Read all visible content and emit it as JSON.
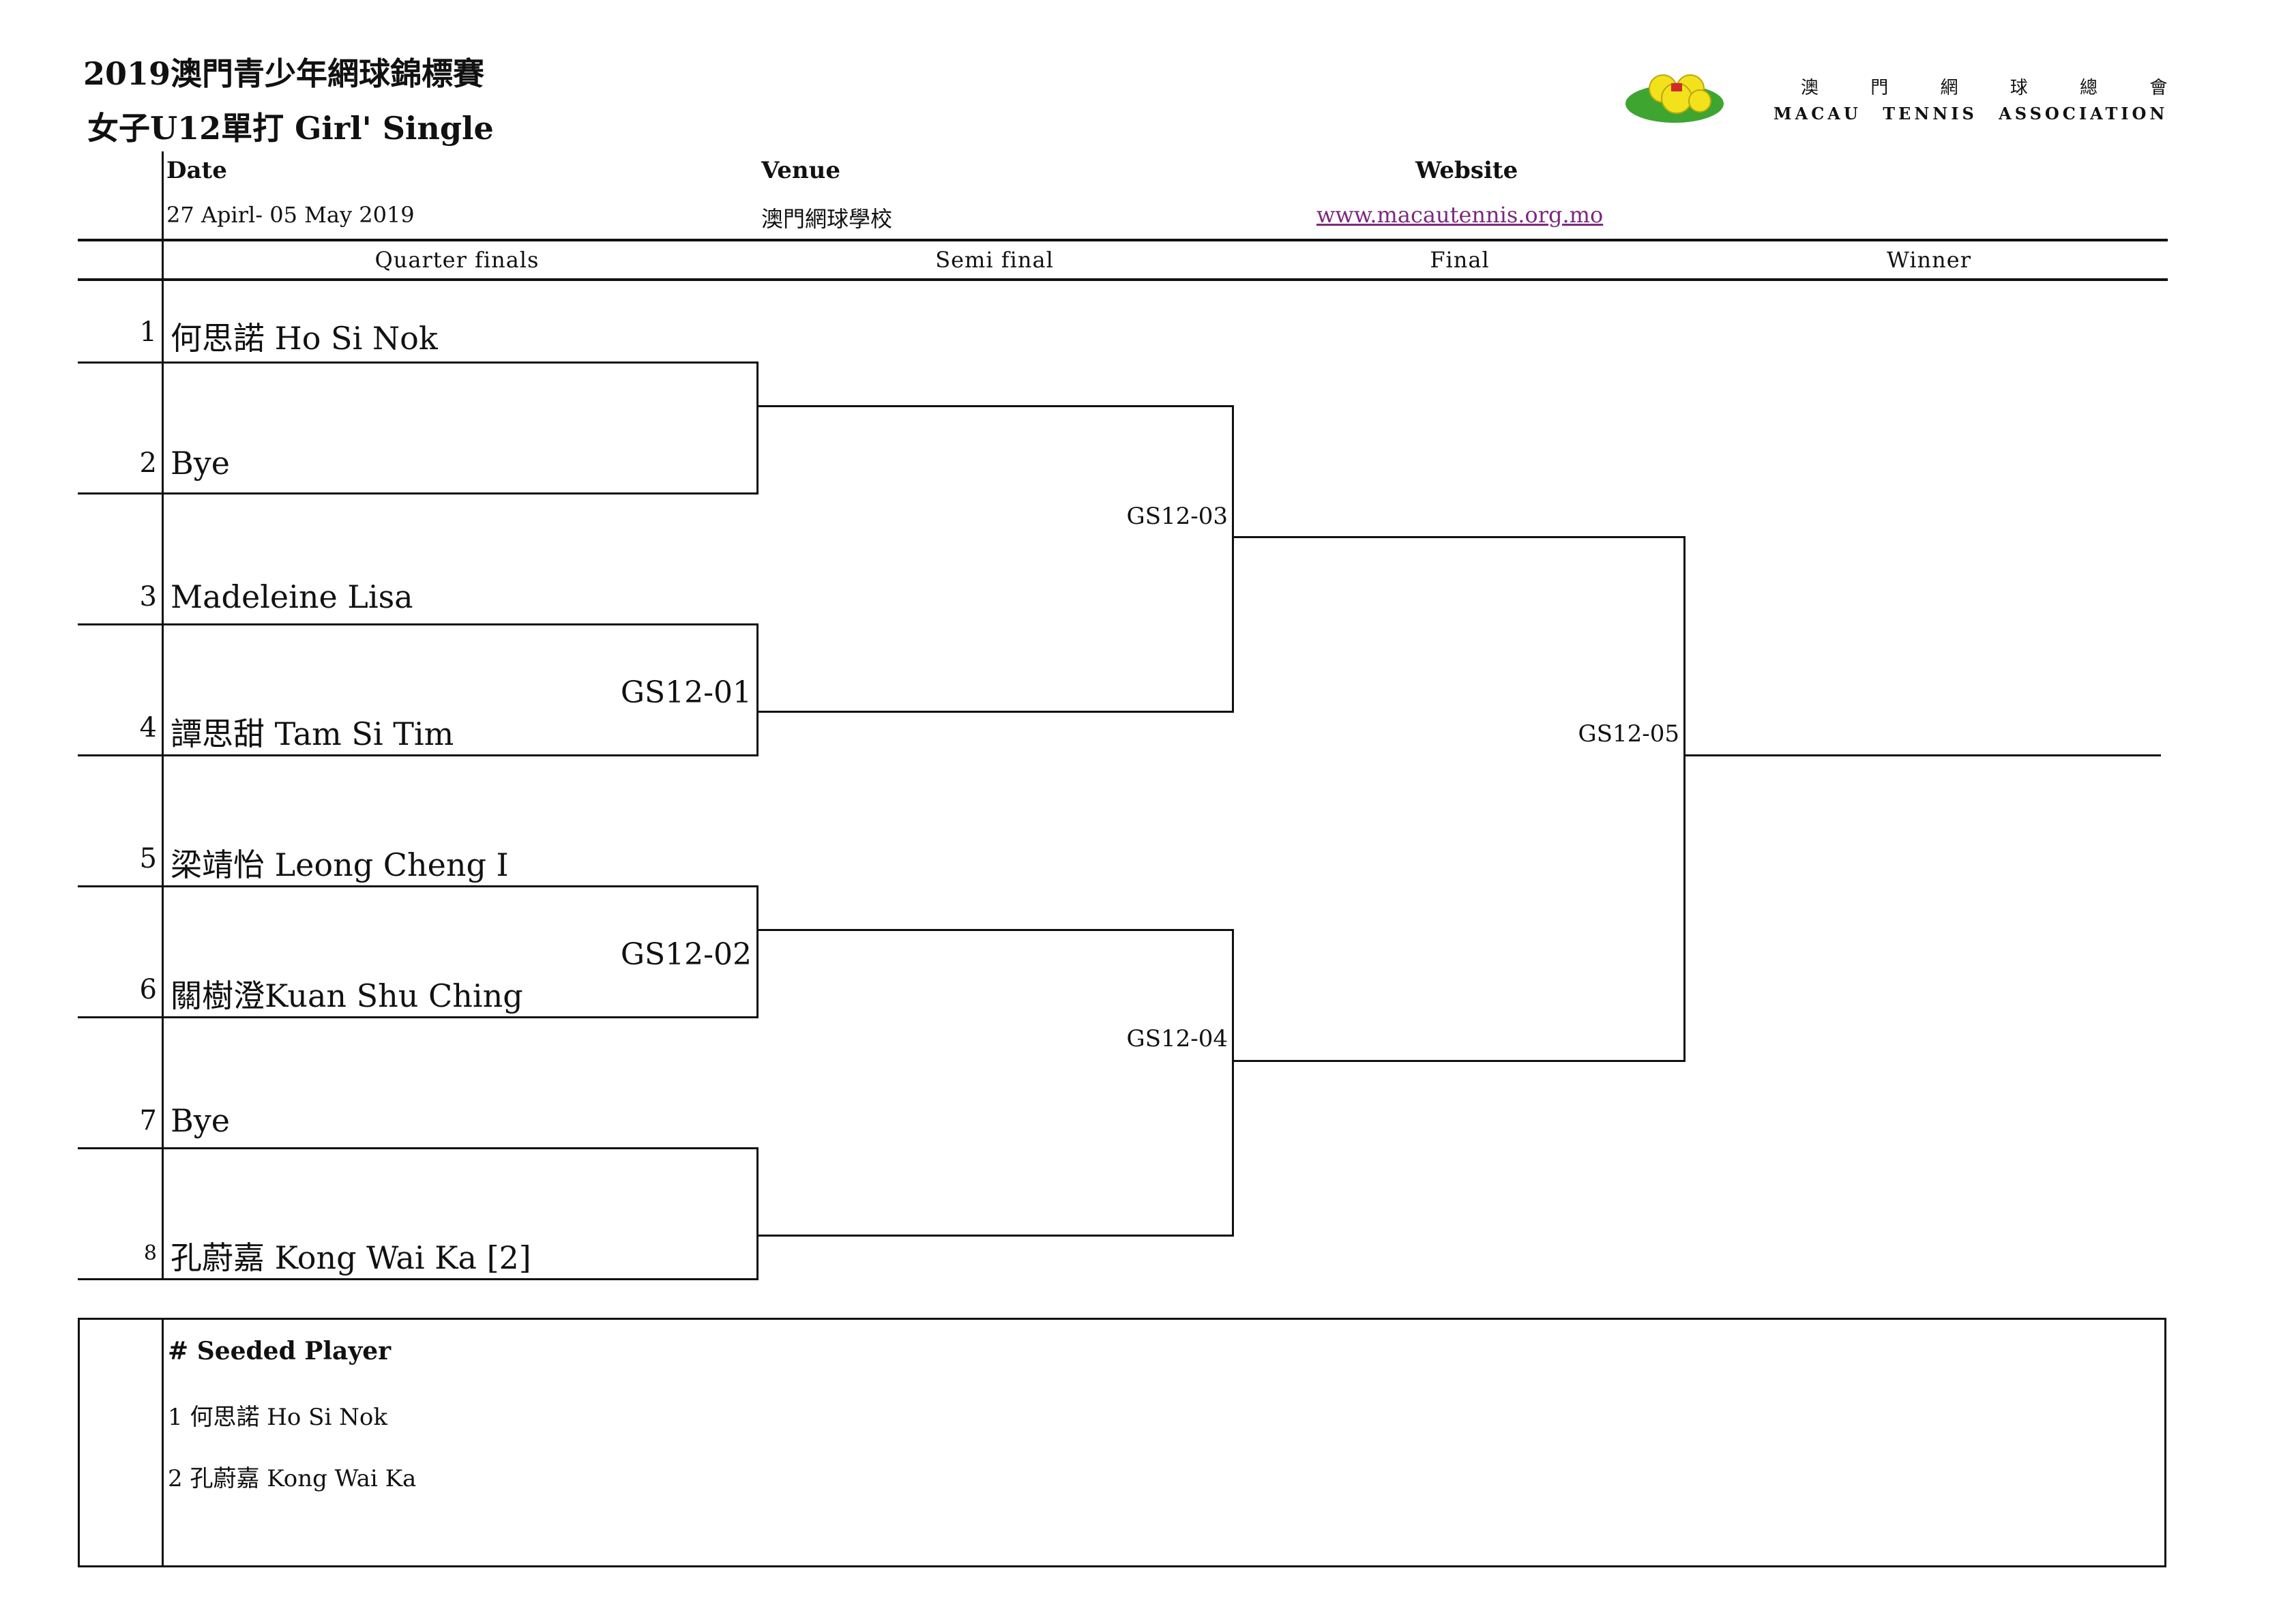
{
  "header": {
    "title_line1": "2019澳門青少年網球錦標賽",
    "title_line2": "女子U12單打 Girl' Single",
    "date_label": "Date",
    "date_value": "27 Apirl- 05 May 2019",
    "venue_label": "Venue",
    "venue_value": "澳門網球學校",
    "website_label": "Website",
    "website_value": "www.macautennis.org.mo"
  },
  "logo": {
    "chinese": "澳 門 網 球 總 會",
    "english": "MACAU TENNIS ASSOCIATION",
    "colors": {
      "yellow": "#f3e21b",
      "green": "#3fa531",
      "red": "#d12a2a"
    }
  },
  "rounds": [
    "Quarter finals",
    "Semi final",
    "Final",
    "Winner"
  ],
  "players": [
    {
      "num": "1",
      "name": "何思諾 Ho Si  Nok"
    },
    {
      "num": "2",
      "name": "Bye"
    },
    {
      "num": "3",
      "name": "Madeleine Lisa"
    },
    {
      "num": "4",
      "name": "譚思甜 Tam Si Tim"
    },
    {
      "num": "5",
      "name": "梁靖怡 Leong Cheng I"
    },
    {
      "num": "6",
      "name": "關樹澄Kuan Shu Ching"
    },
    {
      "num": "7",
      "name": "Bye"
    },
    {
      "num": "8",
      "name": "孔蔚嘉 Kong Wai Ka [2]"
    }
  ],
  "matches": {
    "qf2": "GS12-01",
    "qf3": "GS12-02",
    "sf1": "GS12-03",
    "sf2": "GS12-04",
    "final": "GS12-05"
  },
  "seeds": {
    "title": "# Seeded Player",
    "items": [
      "1 何思諾 Ho Si  Nok",
      "2 孔蔚嘉 Kong Wai Ka"
    ]
  }
}
